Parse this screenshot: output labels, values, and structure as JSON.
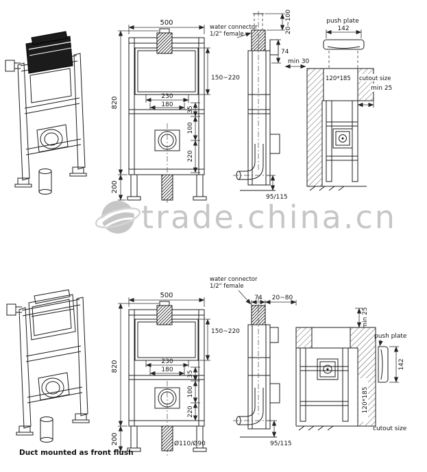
{
  "watermark": {
    "text": "trade.china.cn",
    "color": "#c6c6c6"
  },
  "top": {
    "front": {
      "width": "500",
      "height": "820",
      "base_height": "200",
      "tank_width": "230",
      "inner_width": "180",
      "gap": "35",
      "outlet_center": "100",
      "outlet_floor": "220",
      "flush_range": "150~220"
    },
    "side": {
      "connector_line1": "water connector",
      "connector_line2": "1/2\" female",
      "top_range": "20~100",
      "depth": "74",
      "min_clearance": "min 30",
      "outlet_height": "95/115"
    },
    "section": {
      "push_plate": "push plate",
      "plate_width": "142",
      "cutout": "120*185",
      "cutout_label": "cutout size",
      "min_edge": "min 25"
    }
  },
  "bottom": {
    "front": {
      "width": "500",
      "height": "820",
      "base_height": "200",
      "tank_width": "230",
      "inner_width": "180",
      "gap": "35",
      "outlet_center": "100",
      "outlet_floor": "220",
      "flush_range": "150~220",
      "drain": "Ø110/Ø90"
    },
    "side": {
      "connector_line1": "water connector",
      "connector_line2": "1/2\" female",
      "depth": "74",
      "top_range": "20~80",
      "outlet_height": "95/115"
    },
    "section": {
      "push_plate": "push plate",
      "plate_width": "142",
      "cutout": "120*185",
      "cutout_label": "cutout size",
      "min_edge": "min 25"
    },
    "caption": "Duct mounted as front flush"
  }
}
